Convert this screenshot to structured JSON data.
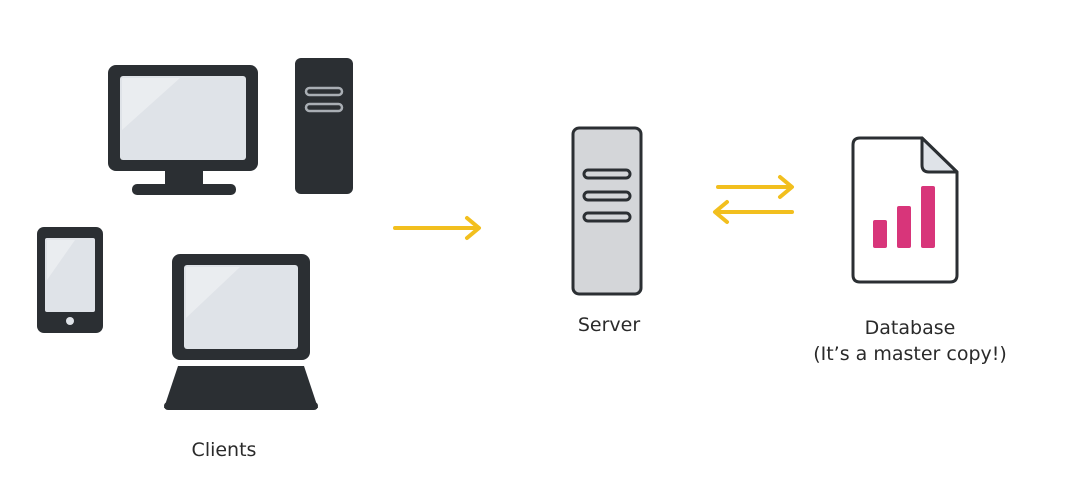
{
  "labels": {
    "clients": "Clients",
    "server": "Server",
    "database_line1": "Database",
    "database_line2": "(It’s a master copy!)"
  },
  "icons": {
    "clients": [
      "desktop-monitor-icon",
      "tower-pc-icon",
      "smartphone-icon",
      "laptop-icon"
    ],
    "server": "server-icon",
    "database": "document-chart-icon",
    "arrows": [
      "arrow-right-icon",
      "arrow-right-icon",
      "arrow-left-icon"
    ]
  },
  "colors": {
    "outline": "#2b2f33",
    "screen": "#dfe3e8",
    "arrow": "#f2bf1e",
    "bars": "#d8357a",
    "server_body": "#d4d6d9",
    "text": "#2a2a2a"
  }
}
